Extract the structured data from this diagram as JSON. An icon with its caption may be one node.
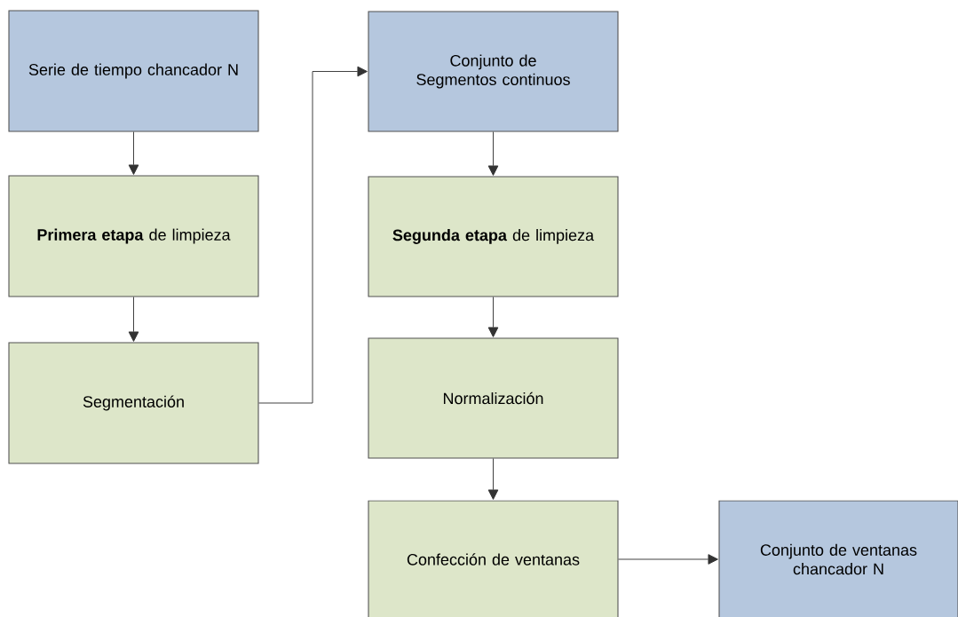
{
  "diagram": {
    "nodes": [
      {
        "text": [
          "Serie de tiempo chancador N"
        ]
      },
      {
        "text": [
          "**Primera etapa** de limpieza"
        ]
      },
      {
        "text": [
          "Segmentación"
        ]
      },
      {
        "text": [
          "Conjunto de Segmentos continuos"
        ]
      },
      {
        "text": [
          "**Segunda etapa** de limpieza"
        ]
      },
      {
        "text": [
          "Normalización"
        ]
      },
      {
        "text": [
          "Confección de ventanas"
        ]
      },
      {
        "text": [
          "Conjunto de ventanas chancador N"
        ]
      }
    ],
    "edges": [
      {
        "from": 0,
        "to": 1,
        "arrow": "to"
      },
      {
        "from": 1,
        "to": 2,
        "arrow": "to"
      },
      {
        "from": 2,
        "to": 3,
        "arrow": "to"
      },
      {
        "from": 3,
        "to": 4,
        "arrow": "to"
      },
      {
        "from": 4,
        "to": 5,
        "arrow": "to"
      },
      {
        "from": 5,
        "to": 6,
        "arrow": "to"
      },
      {
        "from": 6,
        "to": 7,
        "arrow": "to"
      }
    ]
  }
}
